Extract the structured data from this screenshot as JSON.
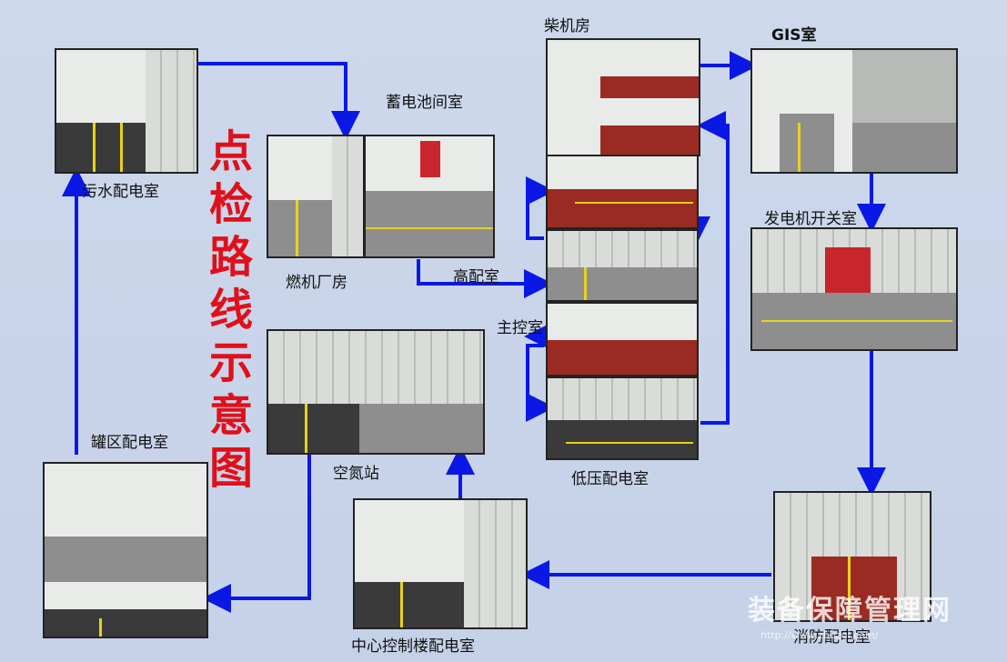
{
  "diagram": {
    "title_chars": [
      "点",
      "检",
      "路",
      "线",
      "示",
      "意",
      "图"
    ],
    "nodes": [
      {
        "id": "wushui",
        "label": "污水配电室"
      },
      {
        "id": "xudianchi",
        "label": "蓄电池间室"
      },
      {
        "id": "ranji",
        "label": "燃机厂房"
      },
      {
        "id": "chaiji",
        "label": "柴机房"
      },
      {
        "id": "gis",
        "label": "GIS室"
      },
      {
        "id": "gaopei",
        "label": "高配室"
      },
      {
        "id": "fadianji",
        "label": "发电机开关室"
      },
      {
        "id": "zhukong",
        "label": "主控室"
      },
      {
        "id": "diya",
        "label": "低压配电室"
      },
      {
        "id": "kongdan",
        "label": "空氮站"
      },
      {
        "id": "guanqu",
        "label": "罐区配电室"
      },
      {
        "id": "zhongxin",
        "label": "中心控制楼配电室"
      },
      {
        "id": "xiaofang",
        "label": "消防配电室"
      }
    ],
    "colors": {
      "arrow": "#0a18e6",
      "title": "#e0101a",
      "background": "#c9d5ea"
    }
  },
  "watermark": {
    "text": "装备保障管理网",
    "url": "http://www.zbbzgl.com/"
  }
}
